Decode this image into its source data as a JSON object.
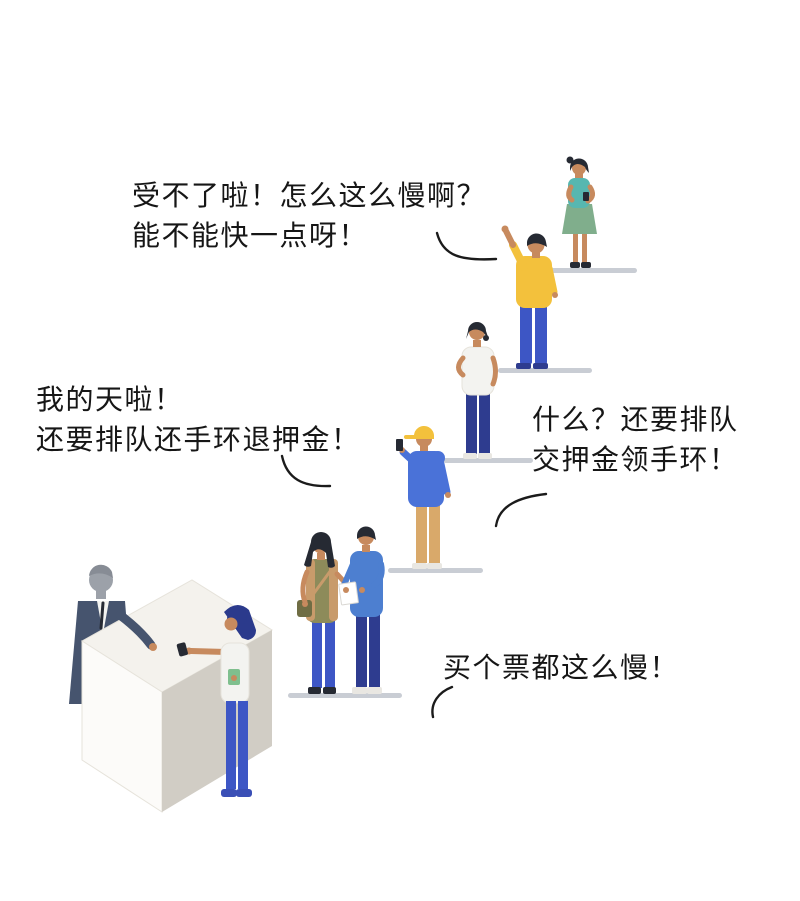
{
  "illustration": {
    "speech_bubbles": [
      {
        "line1": "受不了啦！怎么这么慢啊？",
        "line2": "能不能快一点呀！"
      },
      {
        "line1": "我的天啦！",
        "line2": "还要排队还手环退押金！"
      },
      {
        "line1": "什么？还要排队",
        "line2": "交押金领手环！"
      },
      {
        "line1": "买个票都这么慢！",
        "line2": ""
      }
    ]
  },
  "colors": {
    "text": "#161616",
    "callout": "#1b1b1b",
    "skin": "#c78a5e",
    "hair": "#262a33",
    "yellow": "#f3c13c",
    "royal_blue": "#3d56c5",
    "navy": "#2e3c8f",
    "hoodie_blue": "#4a72d8",
    "shirt_blue": "#4d7fd0",
    "teal": "#57b7b0",
    "green_skirt": "#80ae8c",
    "green_item": "#7fbf8e",
    "white_cloth": "#f3f3f0",
    "khaki": "#d9a96a",
    "olive": "#8d8b5a",
    "tan": "#c89b6b",
    "bag_dark": "#6f6d44",
    "counter_top": "#f4f2ed",
    "counter_front": "#fcfbf9",
    "counter_side": "#d1cdc5",
    "platform_gray": "#c9cdd4",
    "suit": "#46546e",
    "clerk_head": "#9ca1a9",
    "clerk_hair": "#878c95",
    "hair_blue": "#2b3a8c",
    "shoe_light": "#e9e7e2",
    "customer_shoe": "#3a4fb6",
    "paper": "#ffffff"
  }
}
